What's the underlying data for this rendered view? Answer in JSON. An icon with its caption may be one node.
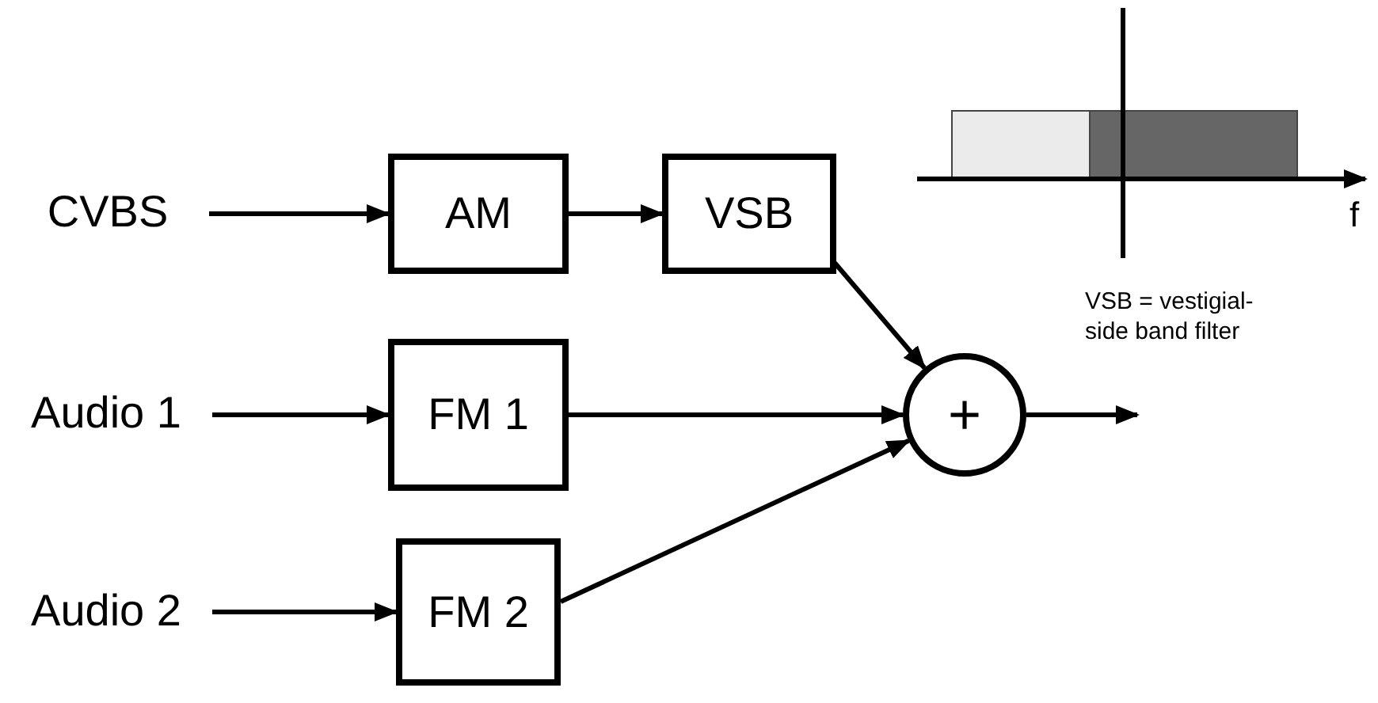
{
  "diagram": {
    "nodes": [
      {
        "text": [
          "CVBS"
        ]
      },
      {
        "text": [
          "AM"
        ]
      },
      {
        "text": [
          "VSB"
        ]
      },
      {
        "text": [
          "Audio 1"
        ]
      },
      {
        "text": [
          "FM 1"
        ]
      },
      {
        "text": [
          "Audio 2"
        ]
      },
      {
        "text": [
          "FM 2"
        ]
      },
      {
        "text": [
          "+"
        ]
      }
    ],
    "edges": [
      {
        "from": 0,
        "to": 1,
        "arrow": "to"
      },
      {
        "from": 1,
        "to": 2,
        "arrow": "to"
      },
      {
        "from": 3,
        "to": 4,
        "arrow": "to"
      },
      {
        "from": 5,
        "to": 6,
        "arrow": "to"
      },
      {
        "from": 2,
        "to": 7,
        "arrow": "to"
      },
      {
        "from": 4,
        "to": 7,
        "arrow": "to"
      },
      {
        "from": 6,
        "to": 7,
        "arrow": "to"
      },
      {
        "from": 7,
        "to": null,
        "arrow": "to"
      }
    ],
    "labels": [
      "f",
      "VSB = vestigial- side band filter"
    ]
  }
}
